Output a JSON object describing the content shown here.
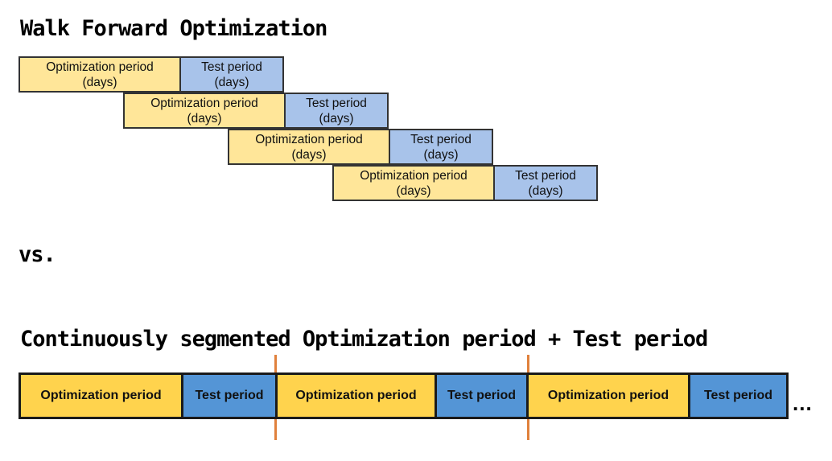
{
  "wfo": {
    "title": "Walk Forward Optimization",
    "rows": [
      {
        "opt_line1": "Optimization period",
        "opt_line2": "(days)",
        "test_line1": "Test period",
        "test_line2": "(days)"
      },
      {
        "opt_line1": "Optimization period",
        "opt_line2": "(days)",
        "test_line1": "Test period",
        "test_line2": "(days)"
      },
      {
        "opt_line1": "Optimization period",
        "opt_line2": "(days)",
        "test_line1": "Test period",
        "test_line2": "(days)"
      },
      {
        "opt_line1": "Optimization period",
        "opt_line2": "(days)",
        "test_line1": "Test period",
        "test_line2": "(days)"
      }
    ]
  },
  "vs": {
    "label": "vs."
  },
  "continuous": {
    "title": "Continuously segmented Optimization period + Test period",
    "segments": [
      {
        "label": "Optimization period",
        "type": "optimization"
      },
      {
        "label": "Test period",
        "type": "test"
      },
      {
        "label": "Optimization period",
        "type": "optimization"
      },
      {
        "label": "Test period",
        "type": "test"
      },
      {
        "label": "Optimization period",
        "type": "optimization"
      },
      {
        "label": "Test period",
        "type": "test"
      }
    ],
    "ellipsis": "..."
  },
  "colors": {
    "wfo_optimization_fill": "#FFE699",
    "wfo_test_fill": "#A8C3EA",
    "segment_optimization_fill": "#FFD34D",
    "segment_test_fill": "#5495D6",
    "divider_line": "#E0813C",
    "wfo_box_border": "#333333",
    "segment_bar_border": "#1A1A1A",
    "text": "#000000",
    "background": "#FFFFFF"
  }
}
